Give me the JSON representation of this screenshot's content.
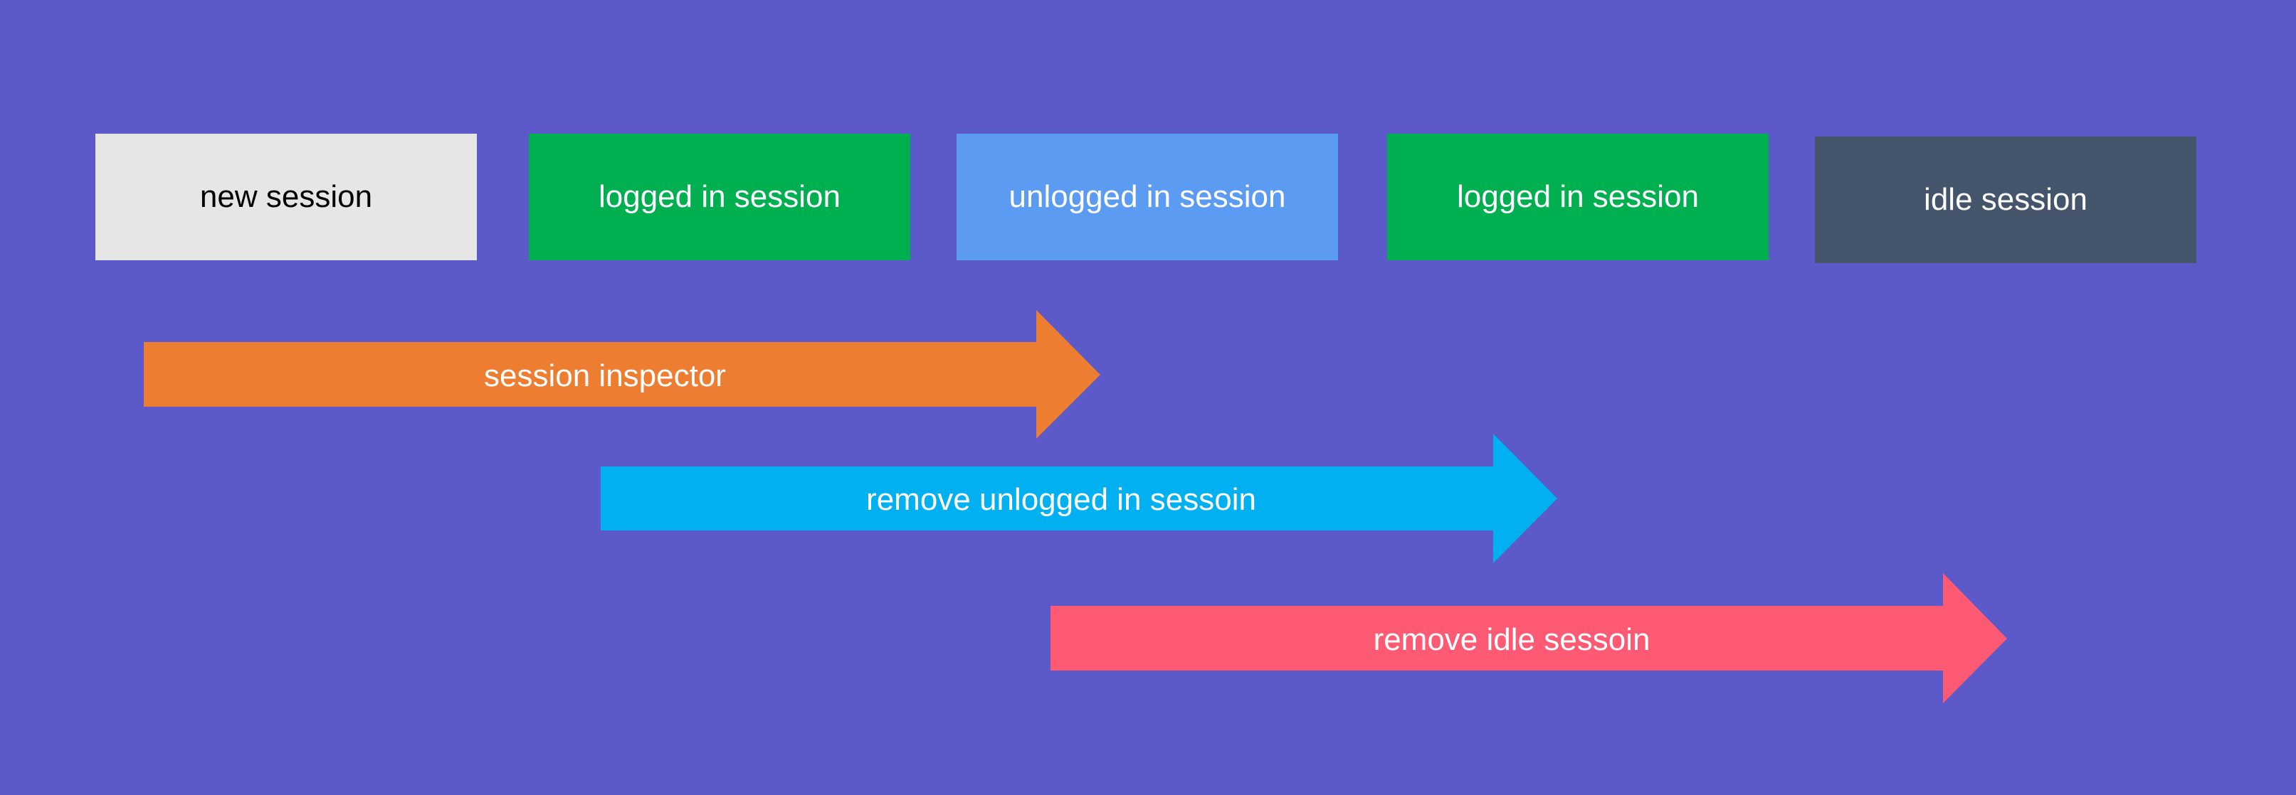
{
  "diagram": {
    "background_color": "#5c59c9",
    "sessions": [
      {
        "label": "new session",
        "fill": "#e6e6e6",
        "text_color": "#000000"
      },
      {
        "label": "logged in session",
        "fill": "#00b050",
        "text_color": "#ffffff"
      },
      {
        "label": "unlogged in session",
        "fill": "#5b9bf2",
        "text_color": "#ffffff"
      },
      {
        "label": "logged in session",
        "fill": "#00b050",
        "text_color": "#ffffff"
      },
      {
        "label": "idle session",
        "fill": "#44546a",
        "text_color": "#ffffff"
      }
    ],
    "arrows": [
      {
        "label": "session inspector",
        "fill": "#ed7d31"
      },
      {
        "label": "remove unlogged in sessoin",
        "fill": "#00b0f0"
      },
      {
        "label": "remove idle sessoin",
        "fill": "#ff5a73"
      }
    ]
  }
}
